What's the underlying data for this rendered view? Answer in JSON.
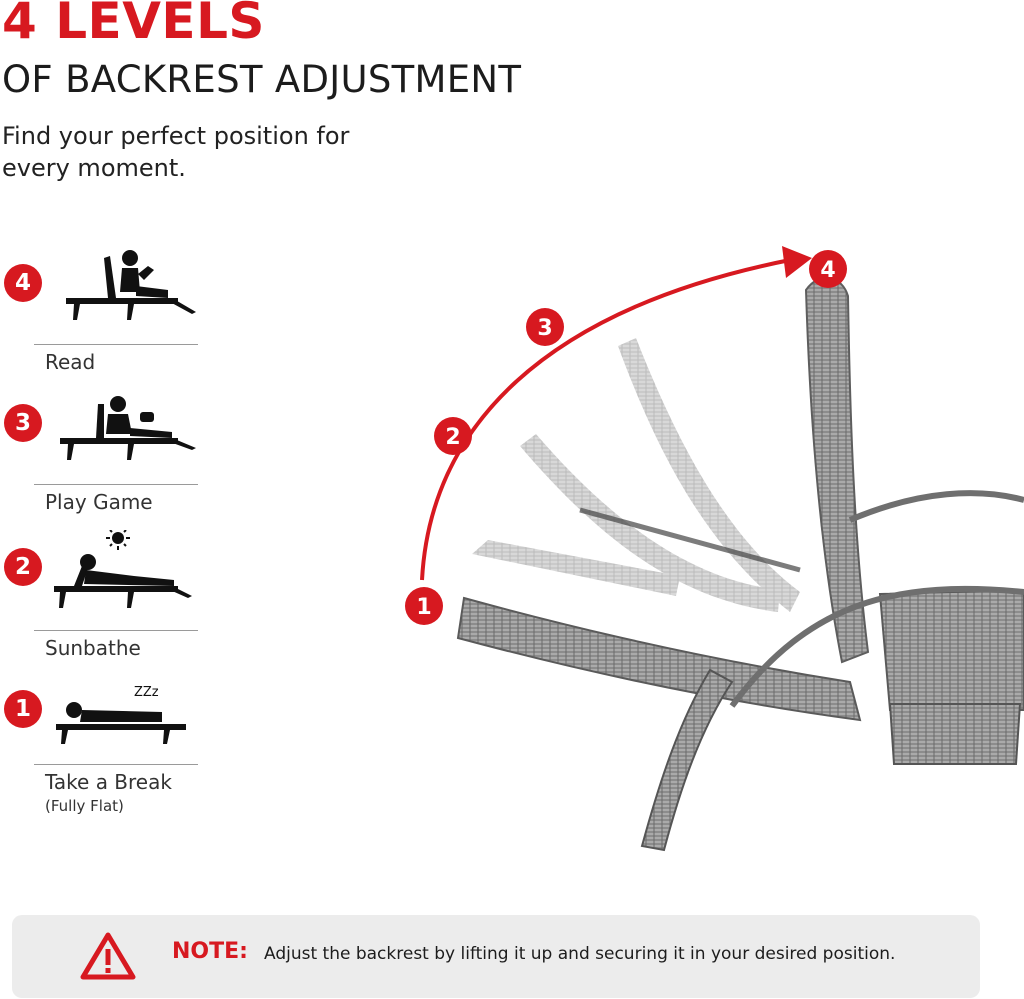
{
  "header": {
    "headline": "4 LEVELS",
    "subheadline": "OF BACKREST ADJUSTMENT",
    "tagline": "Find your perfect position for every moment."
  },
  "levels": [
    {
      "number": "4",
      "label": "Read",
      "sublabel": "",
      "icon": "reading-person-icon"
    },
    {
      "number": "3",
      "label": "Play Game",
      "sublabel": "",
      "icon": "gaming-person-icon"
    },
    {
      "number": "2",
      "label": "Sunbathe",
      "sublabel": "",
      "icon": "sunbathing-person-icon"
    },
    {
      "number": "1",
      "label": "Take a Break",
      "sublabel": "(Fully Flat)",
      "icon": "sleeping-person-icon"
    }
  ],
  "illustration": {
    "markers": [
      "1",
      "2",
      "3",
      "4"
    ],
    "sleep_text": "ZZz"
  },
  "note": {
    "label": "NOTE:",
    "text": "Adjust the backrest by lifting it up and securing it in your desired position.",
    "icon": "warning-triangle-icon"
  },
  "colors": {
    "accent": "#d71920",
    "text": "#1c1c1c",
    "note_bg": "#ececec",
    "wicker": "#7c7c7c"
  }
}
